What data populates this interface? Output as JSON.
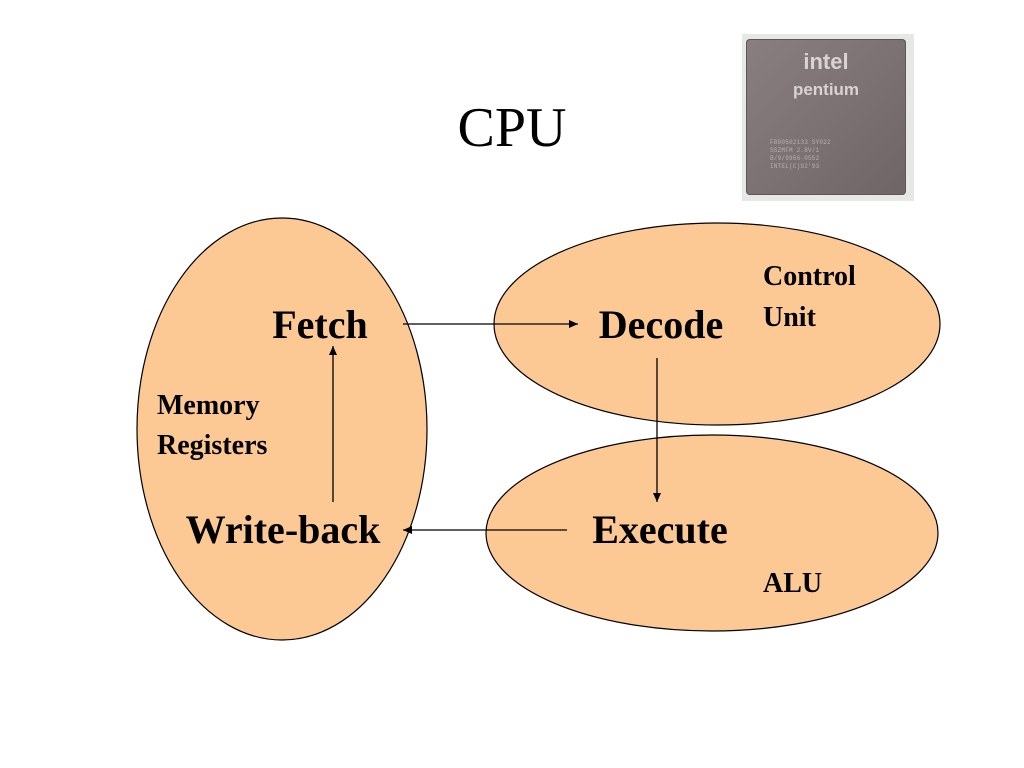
{
  "slide": {
    "title": "CPU"
  },
  "chip": {
    "brand_top": "intel",
    "brand_bottom": "pentium",
    "marking_lines": [
      "FB80502133 SY022",
      "SSZMFM 2.8V/1",
      "B/9/9956-0552",
      "INTEL(C)92'93"
    ]
  },
  "diagram": {
    "nodes": {
      "fetch": "Fetch",
      "decode": "Decode",
      "execute": "Execute",
      "writeback": "Write-back"
    },
    "regions": {
      "memory_line1": "Memory",
      "memory_line2": "Registers",
      "control_line1": "Control",
      "control_line2": "Unit",
      "alu": "ALU"
    },
    "edges": [
      {
        "from": "Fetch",
        "to": "Decode"
      },
      {
        "from": "Decode",
        "to": "Execute"
      },
      {
        "from": "Execute",
        "to": "Write-back"
      },
      {
        "from": "Write-back",
        "to": "Fetch"
      }
    ],
    "colors": {
      "region_fill": "#fcc995",
      "stroke": "#000000"
    }
  }
}
